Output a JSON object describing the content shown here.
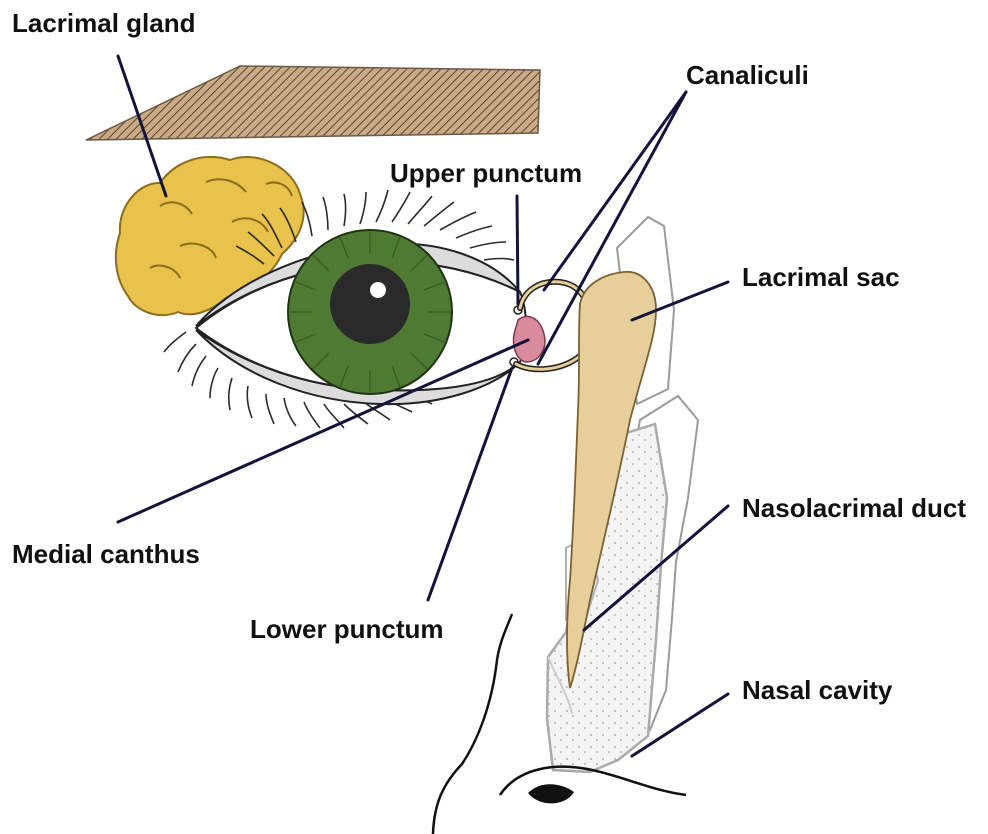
{
  "labels": {
    "lacrimal_gland": "Lacrimal gland",
    "canaliculi": "Canaliculi",
    "upper_punctum": "Upper punctum",
    "lacrimal_sac": "Lacrimal sac",
    "nasolacrimal_duct": "Nasolacrimal duct",
    "medial_canthus": "Medial canthus",
    "lower_punctum": "Lower punctum",
    "nasal_cavity": "Nasal cavity"
  },
  "colors": {
    "gland": "#e8c24a",
    "iris": "#4f7a33",
    "pupil": "#2a2a2a",
    "caruncle": "#d98a9c",
    "sac_duct": "#e6cf9a",
    "eyebrow": "#8a6a4a",
    "leader_line": "#14143a",
    "bone_outline": "#bdbdbd"
  }
}
